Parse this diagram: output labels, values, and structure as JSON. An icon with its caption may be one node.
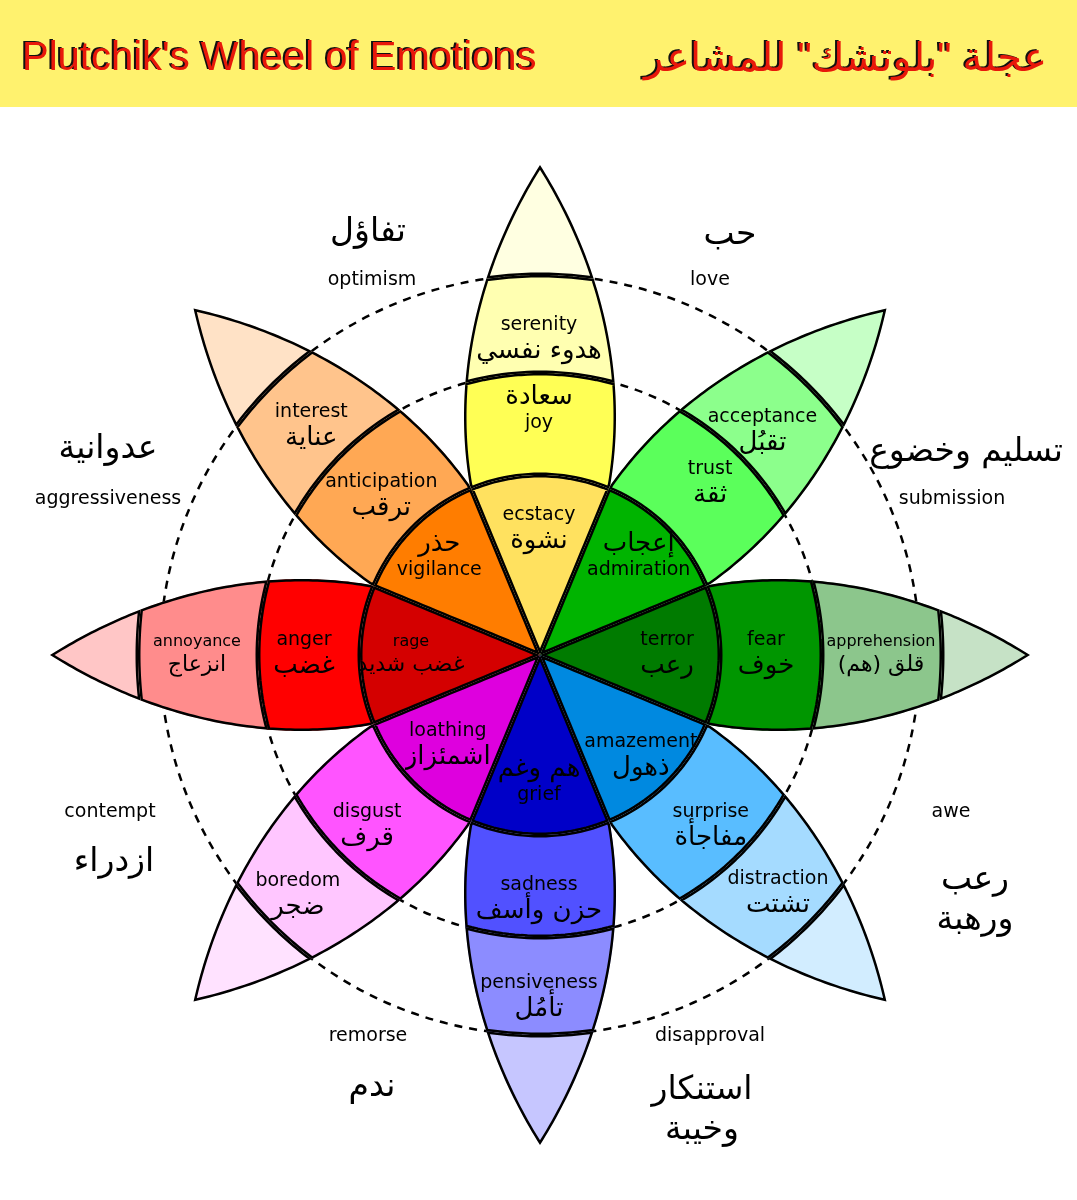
{
  "diagram": {
    "title": "Plutchik's Wheel of Emotions",
    "nodes": [
      {
        "text": [
          "ecstacy",
          "نشوة"
        ]
      },
      {
        "text": [
          "سعادة",
          "joy"
        ]
      },
      {
        "text": [
          "serenity",
          "هدوء نفسي"
        ]
      },
      {
        "text": [],
        "shape": "petal"
      },
      {
        "text": [
          "إعجاب",
          "admiration"
        ]
      },
      {
        "text": [
          "trust",
          "ثقة"
        ]
      },
      {
        "text": [
          "acceptance",
          "تقبُل"
        ]
      },
      {
        "text": [],
        "shape": "petal"
      },
      {
        "text": [
          "terror",
          "رعب"
        ]
      },
      {
        "text": [
          "fear",
          "خوف"
        ]
      },
      {
        "text": [
          "apprehension",
          "قلق (هم)"
        ]
      },
      {
        "text": [],
        "shape": "petal"
      },
      {
        "text": [
          "amazement",
          "ذهول"
        ]
      },
      {
        "text": [
          "surprise",
          "مفاجأة"
        ]
      },
      {
        "text": [
          "distraction",
          "تشتت"
        ]
      },
      {
        "text": [],
        "shape": "petal"
      },
      {
        "text": [
          "هم وغم",
          "grief"
        ]
      },
      {
        "text": [
          "sadness",
          "حزن وأسف"
        ]
      },
      {
        "text": [
          "pensiveness",
          "تأمُل"
        ]
      },
      {
        "text": [],
        "shape": "petal"
      },
      {
        "text": [
          "loathing",
          "اشمئزاز"
        ]
      },
      {
        "text": [
          "disgust",
          "قرف"
        ]
      },
      {
        "text": [
          "boredom",
          "ضجر"
        ]
      },
      {
        "text": [],
        "shape": "petal"
      },
      {
        "text": [
          "rage",
          "غضب شديد"
        ]
      },
      {
        "text": [
          "anger",
          "غضب"
        ]
      },
      {
        "text": [
          "annoyance",
          "انزعاج"
        ]
      },
      {
        "text": [],
        "shape": "petal"
      },
      {
        "text": [
          "حذر",
          "vigilance"
        ]
      },
      {
        "text": [
          "anticipation",
          "ترقب"
        ]
      },
      {
        "text": [
          "interest",
          "عناية"
        ]
      },
      {
        "text": [],
        "shape": "petal"
      }
    ],
    "labels": [
      "عجلة \"بلوتشك\" للمشاعر",
      "تفاؤل",
      "حب",
      "optimism",
      "love",
      "عدوانية",
      "تسليم وخضوع",
      "aggressiveness",
      "submission",
      "contempt",
      "awe",
      "ازدراء",
      "رعب ورهبة",
      "remorse",
      "disapproval",
      "ندم",
      "استنكار وخيبة"
    ]
  }
}
